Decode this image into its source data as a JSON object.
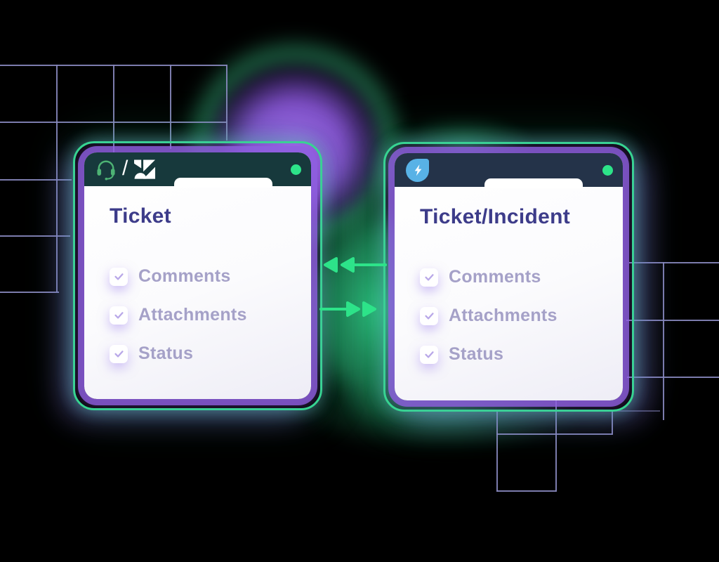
{
  "colors": {
    "bg": "#000000",
    "accent-green": "#2de389",
    "accent-purple": "#8e5fe0",
    "blob-purple": "#9a5ef0",
    "glow-green": "#2fc583",
    "header-teal": "#17393c",
    "header-navy": "#243349",
    "title-indigo": "#3d3c8a",
    "label-muted": "#a5a1c8",
    "check-lavender": "#b9a8e8",
    "logo-blue": "#58b2e6",
    "card-tint": "#eeedf6",
    "grid": "#8a8ac0"
  },
  "left_card": {
    "title": "Ticket",
    "logo_first": "headset-icon",
    "logo_separator": "/",
    "logo_second": "zendesk-logo",
    "status_dot": "green",
    "fields": [
      {
        "label": "Comments",
        "checked": true
      },
      {
        "label": "Attachments",
        "checked": true
      },
      {
        "label": "Status",
        "checked": true
      }
    ]
  },
  "right_card": {
    "title": "Ticket/Incident",
    "logo": "lightning-logo",
    "status_dot": "green",
    "fields": [
      {
        "label": "Comments",
        "checked": true
      },
      {
        "label": "Attachments",
        "checked": true
      },
      {
        "label": "Status",
        "checked": true
      }
    ]
  },
  "sync": {
    "top_arrow_direction": "left",
    "bottom_arrow_direction": "right"
  }
}
